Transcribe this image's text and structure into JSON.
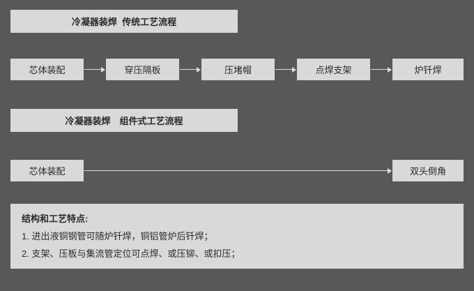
{
  "colors": {
    "background": "#58585a",
    "box_fill": "#d9d9d9",
    "text": "#2b2b2b",
    "arrow": "#dcdcdc"
  },
  "traditional_flow": {
    "title": "冷凝器装焊  传统工艺流程",
    "steps": [
      "芯体装配",
      "穿压隔板",
      "压堵帽",
      "点焊支架",
      "炉钎焊"
    ]
  },
  "modular_flow": {
    "title": "冷凝器装焊　组件式工艺流程",
    "steps": [
      "芯体装配",
      "双头倒角"
    ]
  },
  "notes": {
    "title": "结构和工艺特点:",
    "lines": [
      "1. 进出液铜钢管可随炉钎焊，铜铝管炉后钎焊；",
      "2. 支架、压板与集流管定位可点焊、或压铆、或扣压；"
    ]
  }
}
